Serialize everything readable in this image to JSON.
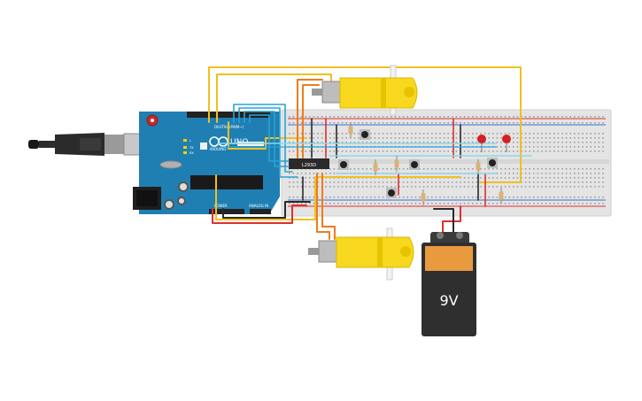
{
  "arduino": {
    "brand": "ARDUINO",
    "model": "UNO",
    "digital_label": "DIGITAL (PWM~)",
    "power_label": "POWER",
    "analog_label": "ANALOG IN",
    "tx_label": "TX",
    "rx_label": "RX",
    "l_label": "L",
    "board_color": "#1f7fb3"
  },
  "ic": {
    "label": "L293D"
  },
  "battery": {
    "label": "9V"
  },
  "colors": {
    "wire_yellow": "#f0c020",
    "wire_orange": "#ee7c1d",
    "wire_red": "#e03030",
    "wire_black": "#2a2a2a",
    "wire_blue": "#2aa3d6",
    "wire_light_blue": "#8fd6ec",
    "motor_yellow": "#f8d81e",
    "led_red": "#d42020",
    "breadboard": "#e4e4e4"
  }
}
